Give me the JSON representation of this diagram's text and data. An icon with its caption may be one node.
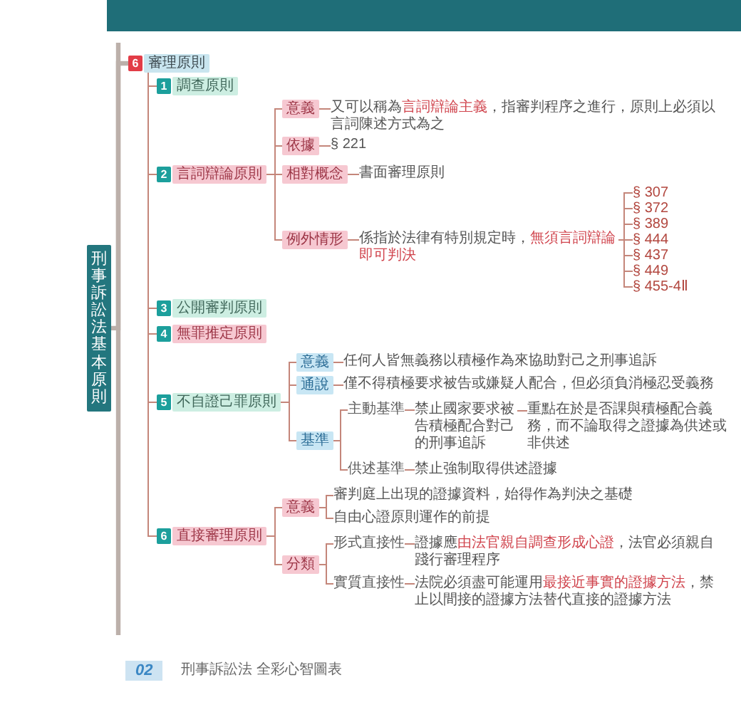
{
  "diagram": {
    "nodes": [
      {
        "text": [
          "刑事訴訟法基本原則"
        ]
      },
      {
        "text": [
          "6",
          "審理原則"
        ]
      },
      {
        "text": [
          "1",
          "調查原則"
        ]
      },
      {
        "text": [
          "2",
          "言詞辯論原則"
        ]
      },
      {
        "text": [
          "意義"
        ]
      },
      {
        "text": [
          "又可以稱為**言詞辯論主義**，指審判程序之進行，原則上必須以言詞陳述方式為之"
        ]
      },
      {
        "text": [
          "依據"
        ]
      },
      {
        "text": [
          "§ 221"
        ]
      },
      {
        "text": [
          "相對概念"
        ]
      },
      {
        "text": [
          "書面審理原則"
        ]
      },
      {
        "text": [
          "例外情形"
        ]
      },
      {
        "text": [
          "係指於法律有特別規定時，**無須言詞辯論即可判決**"
        ]
      },
      {
        "text": [
          "§ 307"
        ]
      },
      {
        "text": [
          "§ 372"
        ]
      },
      {
        "text": [
          "§ 389"
        ]
      },
      {
        "text": [
          "§ 444"
        ]
      },
      {
        "text": [
          "§ 437"
        ]
      },
      {
        "text": [
          "§ 449"
        ]
      },
      {
        "text": [
          "§ 455-4Ⅱ"
        ]
      },
      {
        "text": [
          "3",
          "公開審判原則"
        ]
      },
      {
        "text": [
          "4",
          "無罪推定原則"
        ]
      },
      {
        "text": [
          "5",
          "不自證己罪原則"
        ]
      },
      {
        "text": [
          "意義"
        ]
      },
      {
        "text": [
          "任何人皆無義務以積極作為來協助對己之刑事追訴"
        ]
      },
      {
        "text": [
          "通說"
        ]
      },
      {
        "text": [
          "僅不得積極要求被告或嫌疑人配合，但必須負消極忍受義務"
        ]
      },
      {
        "text": [
          "基準"
        ]
      },
      {
        "text": [
          "主動基準"
        ]
      },
      {
        "text": [
          "禁止國家要求被告積極配合對己的刑事追訴"
        ]
      },
      {
        "text": [
          "重點在於是否課與積極配合義務，而不論取得之證據為供述或非供述"
        ]
      },
      {
        "text": [
          "供述基準"
        ]
      },
      {
        "text": [
          "禁止強制取得供述證據"
        ]
      },
      {
        "text": [
          "6",
          "直接審理原則"
        ]
      },
      {
        "text": [
          "意義"
        ]
      },
      {
        "text": [
          "審判庭上出現的證據資料，始得作為判決之基礎"
        ]
      },
      {
        "text": [
          "自由心證原則運作的前提"
        ]
      },
      {
        "text": [
          "分類"
        ]
      },
      {
        "text": [
          "形式直接性"
        ]
      },
      {
        "text": [
          "證據應**由法官親自調查形成心證**，法官必須親自踐行審理程序"
        ]
      },
      {
        "text": [
          "實質直接性"
        ]
      },
      {
        "text": [
          "法院必須盡可能運用**最接近事實的證據方法**，禁止以間接的證據方法替代直接的證據方法"
        ]
      }
    ],
    "edges": [
      {
        "from": 0,
        "to": 1,
        "arrow": "none",
        "style": "thick",
        "color": "#bcb0aa"
      },
      {
        "from": 1,
        "to": 2,
        "arrow": "none"
      },
      {
        "from": 1,
        "to": 3,
        "arrow": "none"
      },
      {
        "from": 1,
        "to": 19,
        "arrow": "none"
      },
      {
        "from": 1,
        "to": 20,
        "arrow": "none"
      },
      {
        "from": 1,
        "to": 21,
        "arrow": "none"
      },
      {
        "from": 1,
        "to": 32,
        "arrow": "none"
      },
      {
        "from": 3,
        "to": 4,
        "arrow": "none"
      },
      {
        "from": 3,
        "to": 6,
        "arrow": "none"
      },
      {
        "from": 3,
        "to": 8,
        "arrow": "none"
      },
      {
        "from": 3,
        "to": 10,
        "arrow": "none"
      },
      {
        "from": 4,
        "to": 5,
        "arrow": "none"
      },
      {
        "from": 6,
        "to": 7,
        "arrow": "none"
      },
      {
        "from": 8,
        "to": 9,
        "arrow": "none"
      },
      {
        "from": 10,
        "to": 11,
        "arrow": "none"
      },
      {
        "from": 11,
        "to": 12,
        "arrow": "none"
      },
      {
        "from": 11,
        "to": 13,
        "arrow": "none"
      },
      {
        "from": 11,
        "to": 14,
        "arrow": "none"
      },
      {
        "from": 11,
        "to": 15,
        "arrow": "none"
      },
      {
        "from": 11,
        "to": 16,
        "arrow": "none"
      },
      {
        "from": 11,
        "to": 17,
        "arrow": "none"
      },
      {
        "from": 11,
        "to": 18,
        "arrow": "none"
      },
      {
        "from": 21,
        "to": 22,
        "arrow": "none"
      },
      {
        "from": 21,
        "to": 24,
        "arrow": "none"
      },
      {
        "from": 21,
        "to": 26,
        "arrow": "none"
      },
      {
        "from": 22,
        "to": 23,
        "arrow": "none"
      },
      {
        "from": 24,
        "to": 25,
        "arrow": "none"
      },
      {
        "from": 26,
        "to": 27,
        "arrow": "none"
      },
      {
        "from": 26,
        "to": 30,
        "arrow": "none"
      },
      {
        "from": 27,
        "to": 28,
        "arrow": "none"
      },
      {
        "from": 28,
        "to": 29,
        "arrow": "none"
      },
      {
        "from": 30,
        "to": 31,
        "arrow": "none"
      },
      {
        "from": 32,
        "to": 33,
        "arrow": "none"
      },
      {
        "from": 32,
        "to": 36,
        "arrow": "none"
      },
      {
        "from": 33,
        "to": 34,
        "arrow": "none"
      },
      {
        "from": 33,
        "to": 35,
        "arrow": "none"
      },
      {
        "from": 36,
        "to": 37,
        "arrow": "none"
      },
      {
        "from": 36,
        "to": 39,
        "arrow": "none"
      },
      {
        "from": 37,
        "to": 38,
        "arrow": "none"
      },
      {
        "from": 39,
        "to": 40,
        "arrow": "none"
      }
    ],
    "labels": [
      "02",
      "刑事訴訟法 全彩心智圖表"
    ]
  }
}
